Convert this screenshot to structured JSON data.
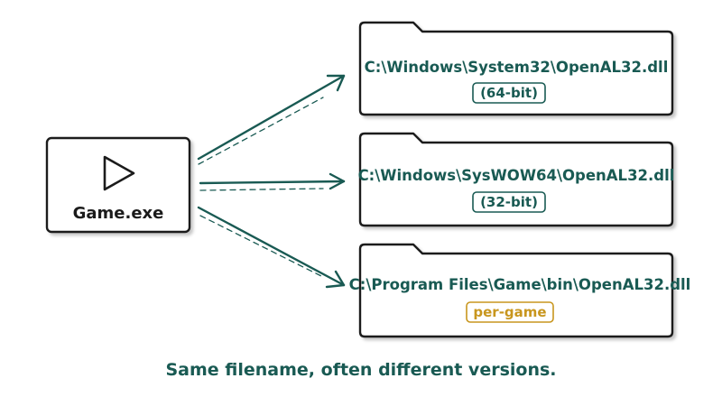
{
  "colors": {
    "teal": "#195a53",
    "ink": "#1b1b1b",
    "amber": "#c8961e",
    "paper": "#ffffff"
  },
  "source": {
    "icon": "play-icon",
    "label": "Game.exe"
  },
  "folders": [
    {
      "icon": "folder-icon",
      "path": "C:\\Windows\\System32\\OpenAL32.dll",
      "tag": "(64-bit)",
      "tag_color": "#195a53"
    },
    {
      "icon": "folder-icon",
      "path": "C:\\Windows\\SysWOW64\\OpenAL32.dll",
      "tag": "(32-bit)",
      "tag_color": "#195a53"
    },
    {
      "icon": "folder-icon",
      "path": "C:\\Program Files\\Game\\bin\\OpenAL32.dll",
      "tag": "per-game",
      "tag_color": "#c8961e"
    }
  ],
  "caption": "Same filename, often different versions."
}
